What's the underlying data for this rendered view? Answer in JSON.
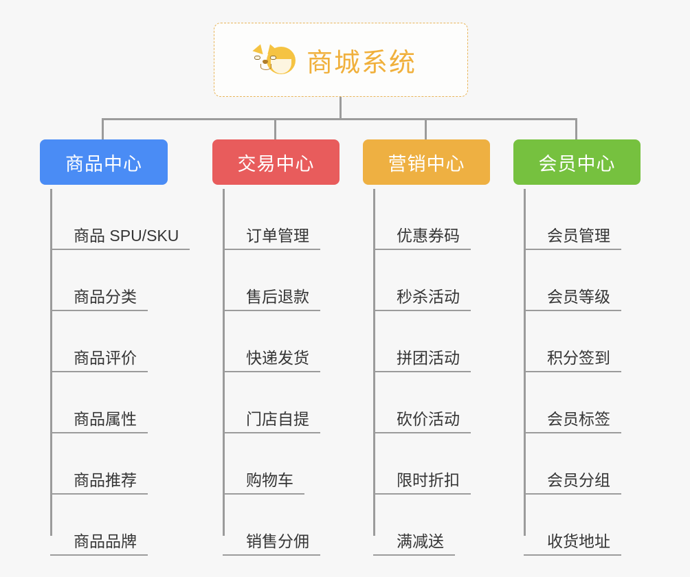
{
  "root": {
    "title": "商城系统",
    "icon": "shiba-dog-emoji",
    "title_color": "#f0b03c",
    "border_color": "#e8b457"
  },
  "colors": {
    "background": "#f7f7f7",
    "connector": "#9b9b9b",
    "leaf_text": "#353535"
  },
  "categories": [
    {
      "label": "商品中心",
      "color": "#4a8cf5",
      "items": [
        "商品 SPU/SKU",
        "商品分类",
        "商品评价",
        "商品属性",
        "商品推荐",
        "商品品牌"
      ]
    },
    {
      "label": "交易中心",
      "color": "#e85c5c",
      "items": [
        "订单管理",
        "售后退款",
        "快递发货",
        "门店自提",
        "购物车",
        "销售分佣"
      ]
    },
    {
      "label": "营销中心",
      "color": "#eeb042",
      "items": [
        "优惠券码",
        "秒杀活动",
        "拼团活动",
        "砍价活动",
        "限时折扣",
        "满减送"
      ]
    },
    {
      "label": "会员中心",
      "color": "#76c13f",
      "items": [
        "会员管理",
        "会员等级",
        "积分签到",
        "会员标签",
        "会员分组",
        "收货地址"
      ]
    }
  ]
}
